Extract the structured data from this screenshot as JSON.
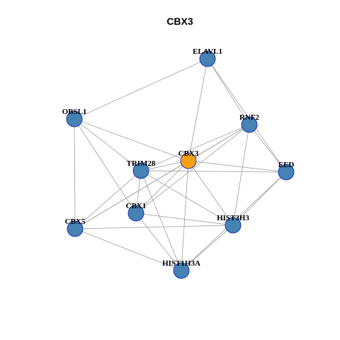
{
  "title": "CBX3",
  "colors": {
    "node_default": "#4682b4",
    "node_highlight": "#f5a00f",
    "node_border": "#1f35b5",
    "edge": "#a8a8a8"
  },
  "nodes": [
    {
      "id": "ELAVL1",
      "label": "ELAVL1",
      "highlight": false
    },
    {
      "id": "OBSL1",
      "label": "OBSL1",
      "highlight": false
    },
    {
      "id": "RNF2",
      "label": "RNF2",
      "highlight": false
    },
    {
      "id": "CBX3",
      "label": "CBX3",
      "highlight": true
    },
    {
      "id": "TRIM28",
      "label": "TRIM28",
      "highlight": false
    },
    {
      "id": "EED",
      "label": "EED",
      "highlight": false
    },
    {
      "id": "CBX1",
      "label": "CBX1",
      "highlight": false
    },
    {
      "id": "CBX5",
      "label": "CBX5",
      "highlight": false
    },
    {
      "id": "HIST3H3",
      "label": "HIST3H3",
      "highlight": false
    },
    {
      "id": "HIST1H3A",
      "label": "HIST1H3A",
      "highlight": false
    }
  ],
  "edges": [
    [
      "ELAVL1",
      "OBSL1"
    ],
    [
      "ELAVL1",
      "RNF2"
    ],
    [
      "ELAVL1",
      "EED"
    ],
    [
      "ELAVL1",
      "CBX3"
    ],
    [
      "OBSL1",
      "CBX3"
    ],
    [
      "OBSL1",
      "TRIM28"
    ],
    [
      "OBSL1",
      "CBX1"
    ],
    [
      "OBSL1",
      "CBX5"
    ],
    [
      "RNF2",
      "EED"
    ],
    [
      "RNF2",
      "CBX3"
    ],
    [
      "RNF2",
      "TRIM28"
    ],
    [
      "RNF2",
      "CBX1"
    ],
    [
      "RNF2",
      "HIST3H3"
    ],
    [
      "RNF2",
      "CBX5"
    ],
    [
      "CBX3",
      "TRIM28"
    ],
    [
      "CBX3",
      "EED"
    ],
    [
      "CBX3",
      "CBX1"
    ],
    [
      "CBX3",
      "CBX5"
    ],
    [
      "CBX3",
      "HIST3H3"
    ],
    [
      "CBX3",
      "HIST1H3A"
    ],
    [
      "TRIM28",
      "EED"
    ],
    [
      "TRIM28",
      "CBX1"
    ],
    [
      "TRIM28",
      "CBX5"
    ],
    [
      "TRIM28",
      "HIST3H3"
    ],
    [
      "TRIM28",
      "HIST1H3A"
    ],
    [
      "EED",
      "HIST3H3"
    ],
    [
      "EED",
      "HIST1H3A"
    ],
    [
      "CBX1",
      "HIST3H3"
    ],
    [
      "CBX1",
      "HIST1H3A"
    ],
    [
      "CBX5",
      "HIST3H3"
    ],
    [
      "CBX5",
      "HIST1H3A"
    ],
    [
      "HIST3H3",
      "HIST1H3A"
    ]
  ]
}
